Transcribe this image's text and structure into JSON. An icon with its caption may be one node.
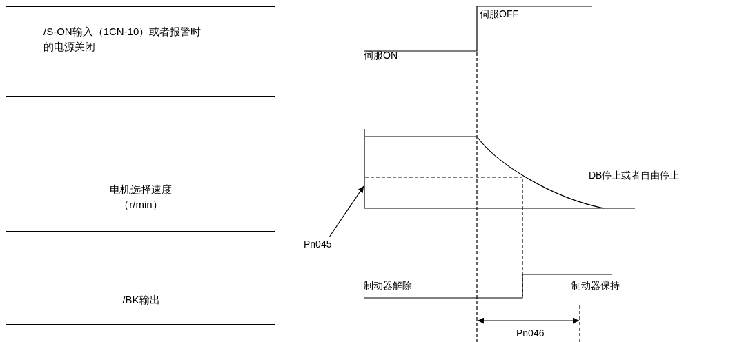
{
  "diagram": {
    "nodes": [
      {
        "text": [
          "/S-ON输入（1CN-10）或者报警时的电源关闭"
        ]
      },
      {
        "text": [
          "电机选择速度（r/min）"
        ]
      },
      {
        "text": [
          "/BK输出"
        ]
      },
      {
        "text": [
          "Pn045"
        ]
      },
      {
        "text": [],
        "shape": "line"
      }
    ],
    "edges": [
      {
        "from": 3,
        "to": 4,
        "arrow": "to"
      }
    ],
    "labels": [
      "伺服OFF",
      "伺服ON",
      "DB停止或者自由停止",
      "制动器解除",
      "制动器保持",
      "Pn046"
    ]
  }
}
